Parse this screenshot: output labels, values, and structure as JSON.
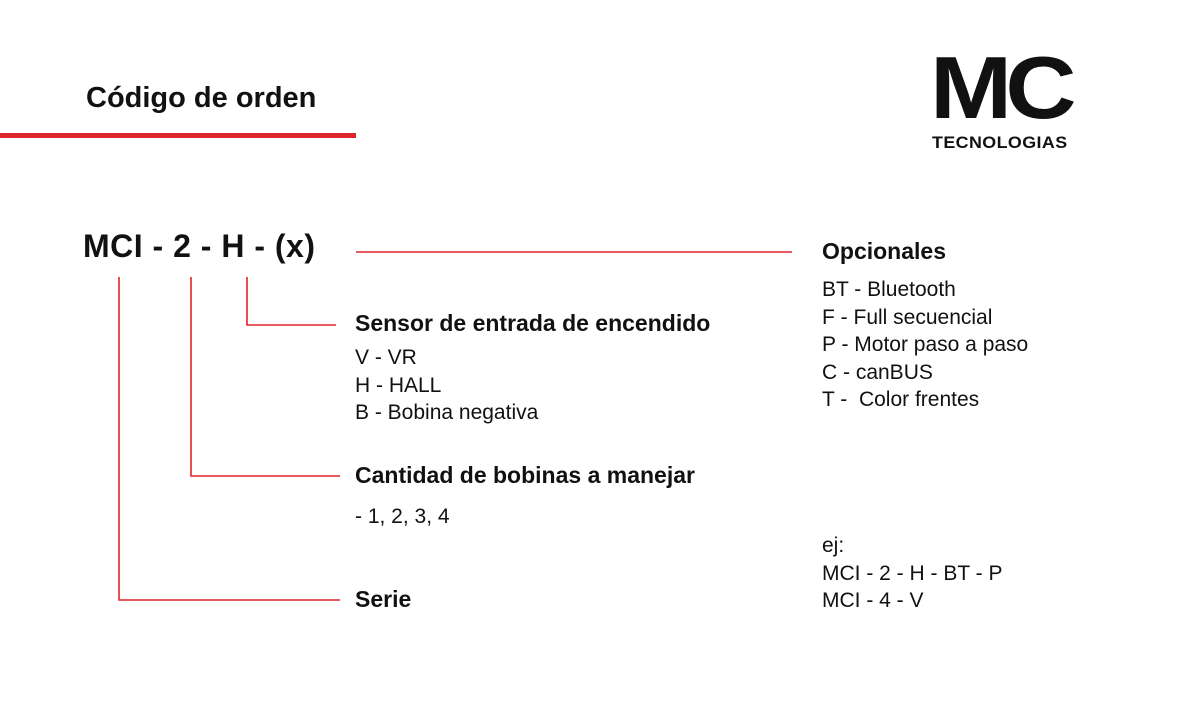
{
  "title": "Código de orden",
  "accent_color": "#e0242b",
  "logo": {
    "mark": "MC",
    "subtitle": "TECNOLOGIAS"
  },
  "code": "MCI - 2 - H - (x)",
  "sensor": {
    "header": "Sensor de entrada de encendido",
    "options": [
      "V - VR",
      "H - HALL",
      "B - Bobina negativa"
    ]
  },
  "bobinas": {
    "header": "Cantidad de bobinas a manejar",
    "options": [
      "- 1, 2, 3, 4"
    ]
  },
  "serie": {
    "header": "Serie"
  },
  "opcionales": {
    "header": "Opcionales",
    "options": [
      "BT - Bluetooth",
      "F - Full secuencial",
      "P - Motor paso a paso",
      "C - canBUS",
      "T -  Color frentes"
    ]
  },
  "examples": {
    "label": "ej:",
    "items": [
      "MCI - 2 - H - BT - P",
      "MCI - 4 - V"
    ]
  }
}
